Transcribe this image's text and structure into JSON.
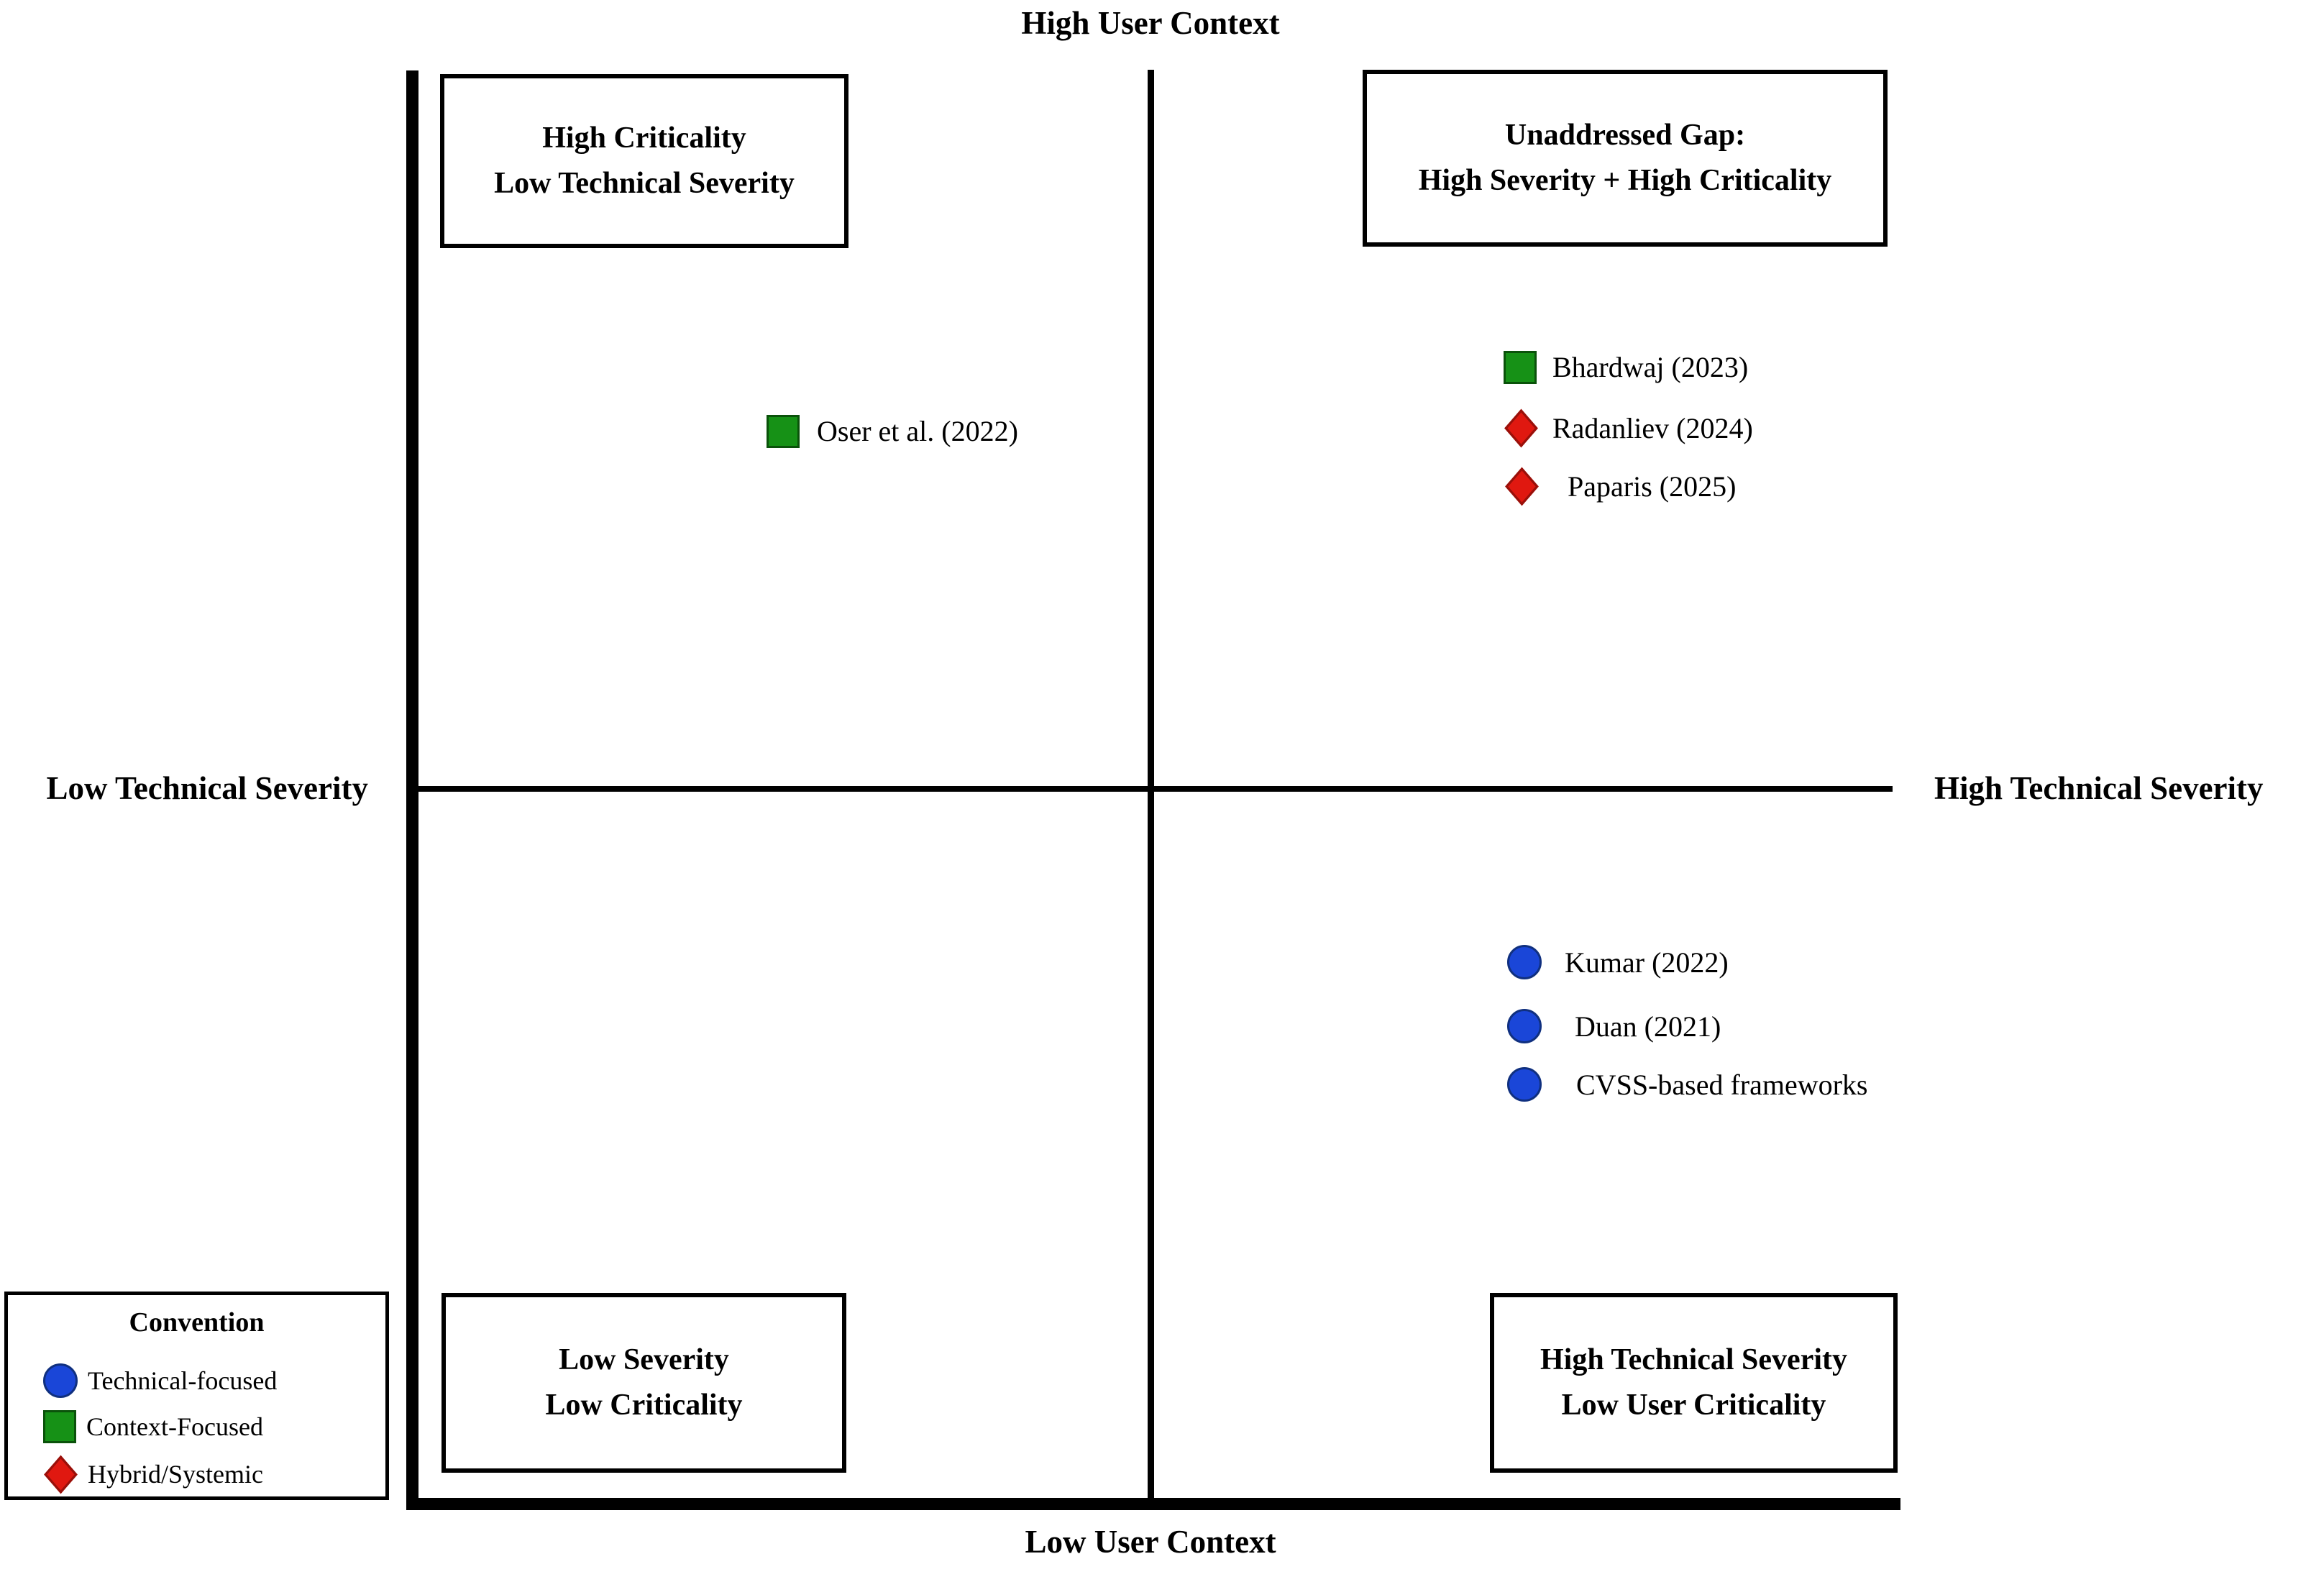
{
  "axes": {
    "top": "High User Context",
    "bottom": "Low User Context",
    "left": "Low Technical Severity",
    "right": "High Technical Severity"
  },
  "boxes": {
    "top_left": {
      "line1": "High Criticality",
      "line2": "Low Technical Severity"
    },
    "top_right": {
      "line1": "Unaddressed Gap:",
      "line2": "High Severity + High Criticality"
    },
    "bottom_left": {
      "line1": "Low Severity",
      "line2": "Low Criticality"
    },
    "bottom_right": {
      "line1": "High Technical Severity",
      "line2": "Low User Criticality"
    }
  },
  "points": [
    {
      "label": "Oser et al. (2022)",
      "marker": "square",
      "quadrant": "top-left"
    },
    {
      "label": "Bhardwaj (2023)",
      "marker": "square",
      "quadrant": "top-right"
    },
    {
      "label": "Radanliev (2024)",
      "marker": "diamond",
      "quadrant": "top-right"
    },
    {
      "label": "Paparis (2025)",
      "marker": "diamond",
      "quadrant": "top-right"
    },
    {
      "label": "Kumar (2022)",
      "marker": "circle",
      "quadrant": "bottom-right"
    },
    {
      "label": "Duan (2021)",
      "marker": "circle",
      "quadrant": "bottom-right"
    },
    {
      "label": "CVSS-based frameworks",
      "marker": "circle",
      "quadrant": "bottom-right"
    }
  ],
  "legend": {
    "title": "Convention",
    "items": [
      {
        "label": "Technical-focused",
        "marker": "circle"
      },
      {
        "label": "Context-Focused",
        "marker": "square"
      },
      {
        "label": "Hybrid/Systemic",
        "marker": "diamond"
      }
    ]
  },
  "marker_colors": {
    "circle": {
      "fill": "#1a46d8",
      "border": "#10307f"
    },
    "square": {
      "fill": "#169116",
      "border": "#0a520a"
    },
    "diamond": {
      "fill": "#e01810",
      "border": "#99100a"
    }
  }
}
